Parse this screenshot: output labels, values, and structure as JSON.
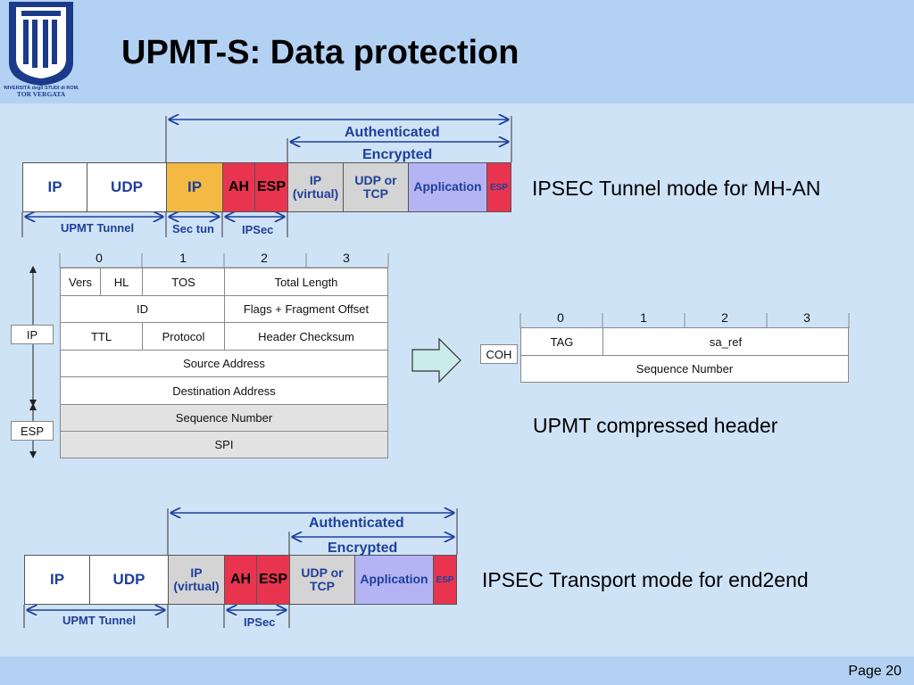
{
  "slide": {
    "title": "UPMT-S: Data protection",
    "page": "Page 20",
    "logo_text_1": "UNIVERSITÀ degli STUDI di ROMA",
    "logo_text_2": "TOR VERGATA"
  },
  "tunnel_diagram": {
    "authenticated": "Authenticated",
    "encrypted": "Encrypted",
    "cells": [
      "IP",
      "UDP",
      "IP",
      "AH",
      "ESP",
      "IP (virtual)",
      "UDP or TCP",
      "Application",
      "ESP"
    ],
    "under": [
      "UPMT Tunnel",
      "Sec tun",
      "IPSec"
    ],
    "caption": "IPSEC Tunnel mode for MH-AN"
  },
  "ip_header": {
    "cols": [
      "0",
      "1",
      "2",
      "3"
    ],
    "rows": [
      [
        "Vers",
        "HL",
        "TOS",
        "Total Length"
      ],
      [
        "ID",
        "Flags + Fragment Offset"
      ],
      [
        "TTL",
        "Protocol",
        "Header Checksum"
      ],
      [
        "Source Address"
      ],
      [
        "Destination Address"
      ],
      [
        "Sequence Number"
      ],
      [
        "SPI"
      ]
    ],
    "side_ip": "IP",
    "side_esp": "ESP"
  },
  "compressed": {
    "cols": [
      "0",
      "1",
      "2",
      "3"
    ],
    "coh": "COH",
    "tag": "TAG",
    "sa_ref": "sa_ref",
    "seq": "Sequence Number",
    "caption": "UPMT compressed header"
  },
  "transport_diagram": {
    "authenticated": "Authenticated",
    "encrypted": "Encrypted",
    "cells": [
      "IP",
      "UDP",
      "IP (virtual)",
      "AH",
      "ESP",
      "UDP or TCP",
      "Application",
      "ESP"
    ],
    "under": [
      "UPMT Tunnel",
      "IPSec"
    ],
    "caption": "IPSEC Transport mode for end2end"
  },
  "colors": {
    "background": "#cfe3f7",
    "band": "#b3d2f3",
    "label_blue": "#1f3f9a",
    "red": "#e8344e",
    "orange": "#f4b942",
    "lavender": "#b4b4f4"
  }
}
